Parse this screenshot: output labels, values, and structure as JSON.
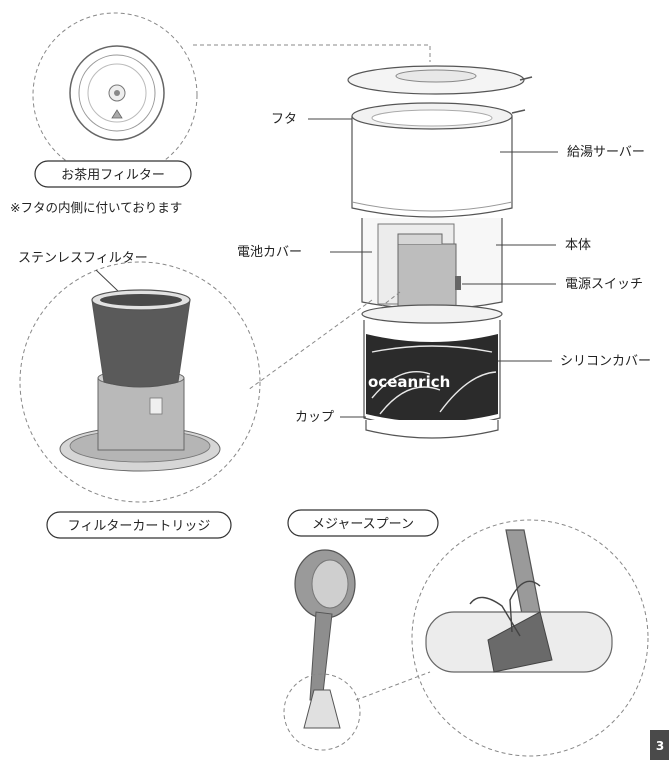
{
  "parts": {
    "lid": "フタ",
    "server": "給湯サーバー",
    "battery_cover": "電池カバー",
    "body": "本体",
    "power_switch": "電源スイッチ",
    "silicone_cover": "シリコンカバー",
    "cup": "カップ"
  },
  "callouts": {
    "tea_filter": "お茶用フィルター",
    "tea_filter_note": "※フタの内側に付いております",
    "stainless_filter": "ステンレスフィルター",
    "filter_cartridge": "フィルターカートリッジ",
    "measure_spoon": "メジャースプーン"
  },
  "brand_mark": "oceanrich",
  "page_number": "3"
}
